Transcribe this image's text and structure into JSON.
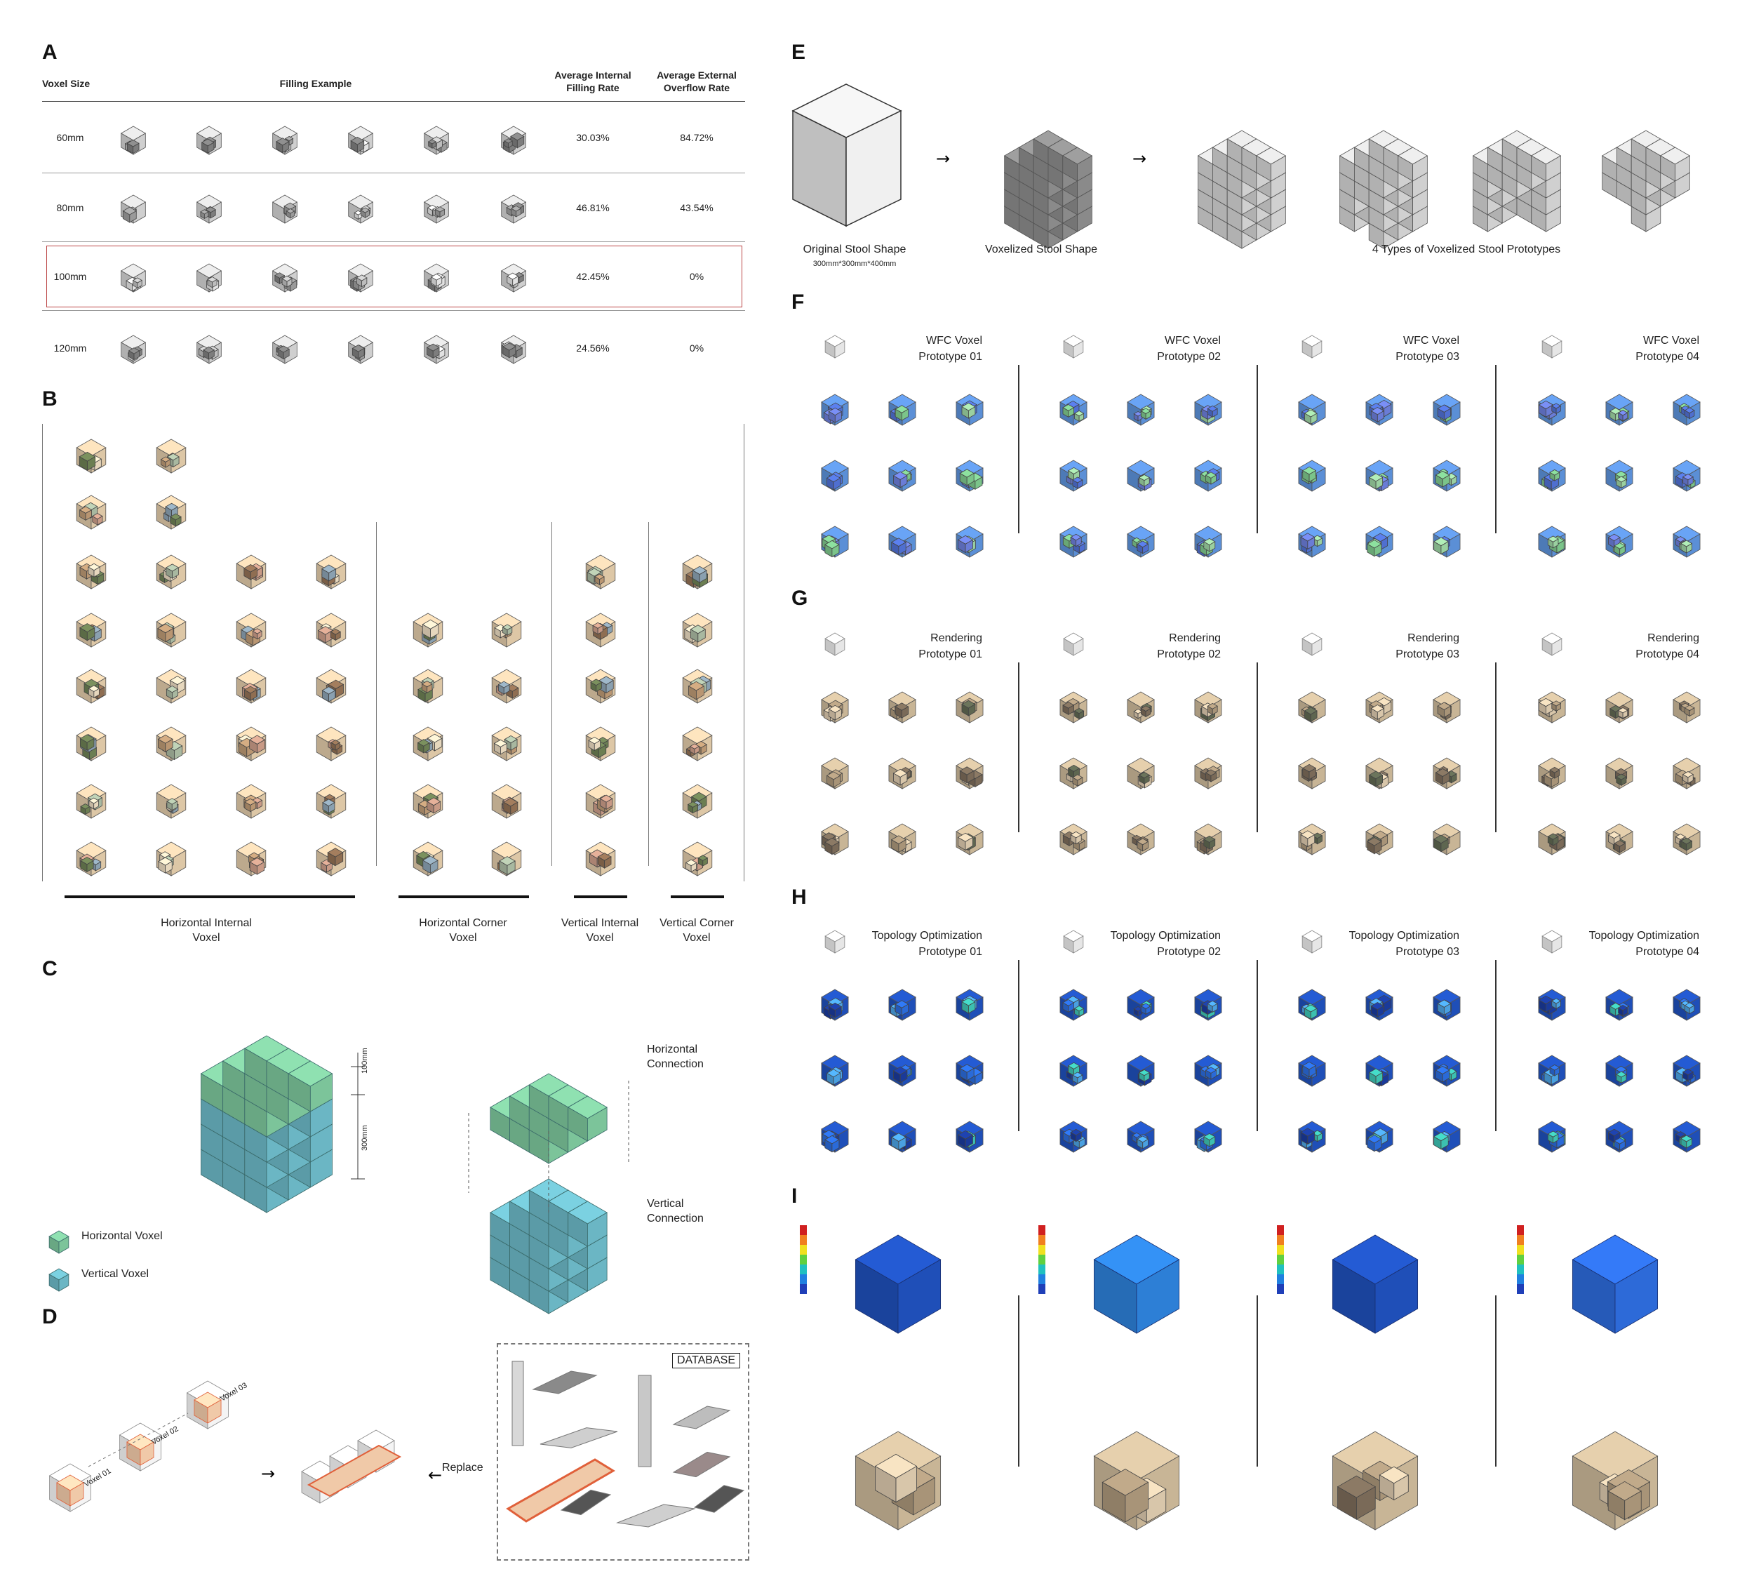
{
  "panels": {
    "A": "A",
    "B": "B",
    "C": "C",
    "D": "D",
    "E": "E",
    "F": "F",
    "G": "G",
    "H": "H",
    "I": "I"
  },
  "table": {
    "col_voxel_size": "Voxel Size",
    "col_filling_example": "Filling Example",
    "col_internal_l1": "Average Internal",
    "col_internal_l2": "Filling Rate",
    "col_external_l1": "Average External",
    "col_external_l2": "Overflow Rate",
    "rows": [
      {
        "size": "60mm",
        "internal": "30.03%",
        "external": "84.72%"
      },
      {
        "size": "80mm",
        "internal": "46.81%",
        "external": "43.54%"
      },
      {
        "size": "100mm",
        "internal": "42.45%",
        "external": "0%"
      },
      {
        "size": "120mm",
        "internal": "24.56%",
        "external": "0%"
      }
    ]
  },
  "b_captions": {
    "hi_l1": "Horizontal Internal",
    "hi_l2": "Voxel",
    "hc_l1": "Horizontal Corner",
    "hc_l2": "Voxel",
    "vi_l1": "Vertical Internal",
    "vi_l2": "Voxel",
    "vc_l1": "Vertical Corner",
    "vc_l2": "Voxel"
  },
  "c_labels": {
    "dim_top": "100mm",
    "dim_side": "300mm",
    "hconn_l1": "Horizontal",
    "hconn_l2": "Connection",
    "vconn_l1": "Vertical",
    "vconn_l2": "Connection",
    "legend_h": "Horizontal Voxel",
    "legend_v": "Vertical Voxel"
  },
  "d_labels": {
    "v1": "Voxel 01",
    "v2": "Voxel 02",
    "v3": "Voxel 03",
    "replace": "Replace",
    "database": "DATABASE"
  },
  "e_labels": {
    "orig": "Original Stool Shape",
    "orig_dim": "300mm*300mm*400mm",
    "vox": "Voxelized Stool Shape",
    "types": "4 Types of Voxelized Stool Prototypes"
  },
  "f_titles": [
    {
      "l1": "WFC Voxel",
      "l2": "Prototype 01"
    },
    {
      "l1": "WFC Voxel",
      "l2": "Prototype 02"
    },
    {
      "l1": "WFC Voxel",
      "l2": "Prototype 03"
    },
    {
      "l1": "WFC Voxel",
      "l2": "Prototype 04"
    }
  ],
  "g_titles": [
    {
      "l1": "Rendering",
      "l2": "Prototype 01"
    },
    {
      "l1": "Rendering",
      "l2": "Prototype 02"
    },
    {
      "l1": "Rendering",
      "l2": "Prototype 03"
    },
    {
      "l1": "Rendering",
      "l2": "Prototype 04"
    }
  ],
  "h_titles": [
    {
      "l1": "Topology Optimization",
      "l2": "Prototype 01"
    },
    {
      "l1": "Topology Optimization",
      "l2": "Prototype 02"
    },
    {
      "l1": "Topology Optimization",
      "l2": "Prototype 03"
    },
    {
      "l1": "Topology Optimization",
      "l2": "Prototype 04"
    }
  ],
  "colors": {
    "horizontal_voxel": "#7cc49a",
    "vertical_voxel": "#6bb6c4",
    "highlight": "#b44444",
    "wood_light": "#d8c3a3",
    "wood_mid": "#b99a78",
    "steel_blue": "#1f4fb8",
    "orange": "#e0603a"
  }
}
